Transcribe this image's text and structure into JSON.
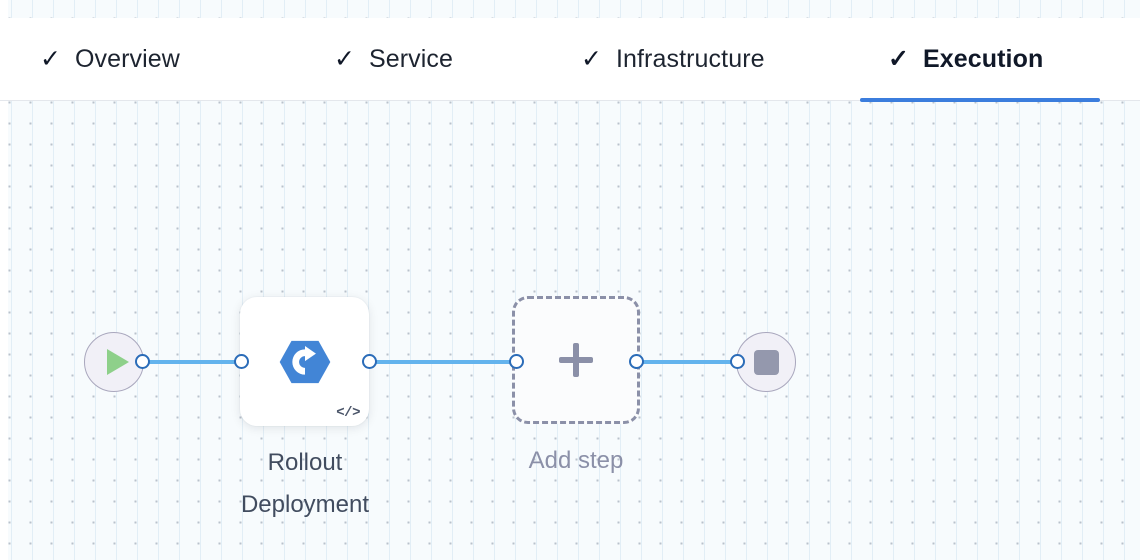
{
  "tabs": [
    {
      "label": "Overview",
      "icon": "check-icon",
      "state": "complete",
      "active": false
    },
    {
      "label": "Service",
      "icon": "check-icon",
      "state": "complete",
      "active": false
    },
    {
      "label": "Infrastructure",
      "icon": "check-icon",
      "state": "complete",
      "active": false
    },
    {
      "label": "Execution",
      "icon": "check-icon",
      "state": "complete",
      "active": true
    }
  ],
  "icons": {
    "check": "✓"
  },
  "flow": {
    "start_node": {
      "icon": "play-icon",
      "label": ""
    },
    "nodes": [
      {
        "id": "rollout-deployment",
        "label_line1": "Rollout",
        "label_line2": "Deployment",
        "icon": "rollout-hexagon-icon",
        "badge": "</>"
      },
      {
        "id": "add-step",
        "label": "Add step",
        "icon": "plus-icon"
      }
    ],
    "end_node": {
      "icon": "stop-icon",
      "label": ""
    }
  },
  "colors": {
    "accent": "#3b7ddd",
    "edge": "#63b3ed",
    "handle_border": "#2b6cb8",
    "node_icon_blue": "#4285d6",
    "play_green": "#8ed08a",
    "stop_gray": "#9498ad",
    "dashed_border": "#8b90a8",
    "canvas_bg": "#f7fbfd",
    "tab_text": "#1d2430"
  }
}
